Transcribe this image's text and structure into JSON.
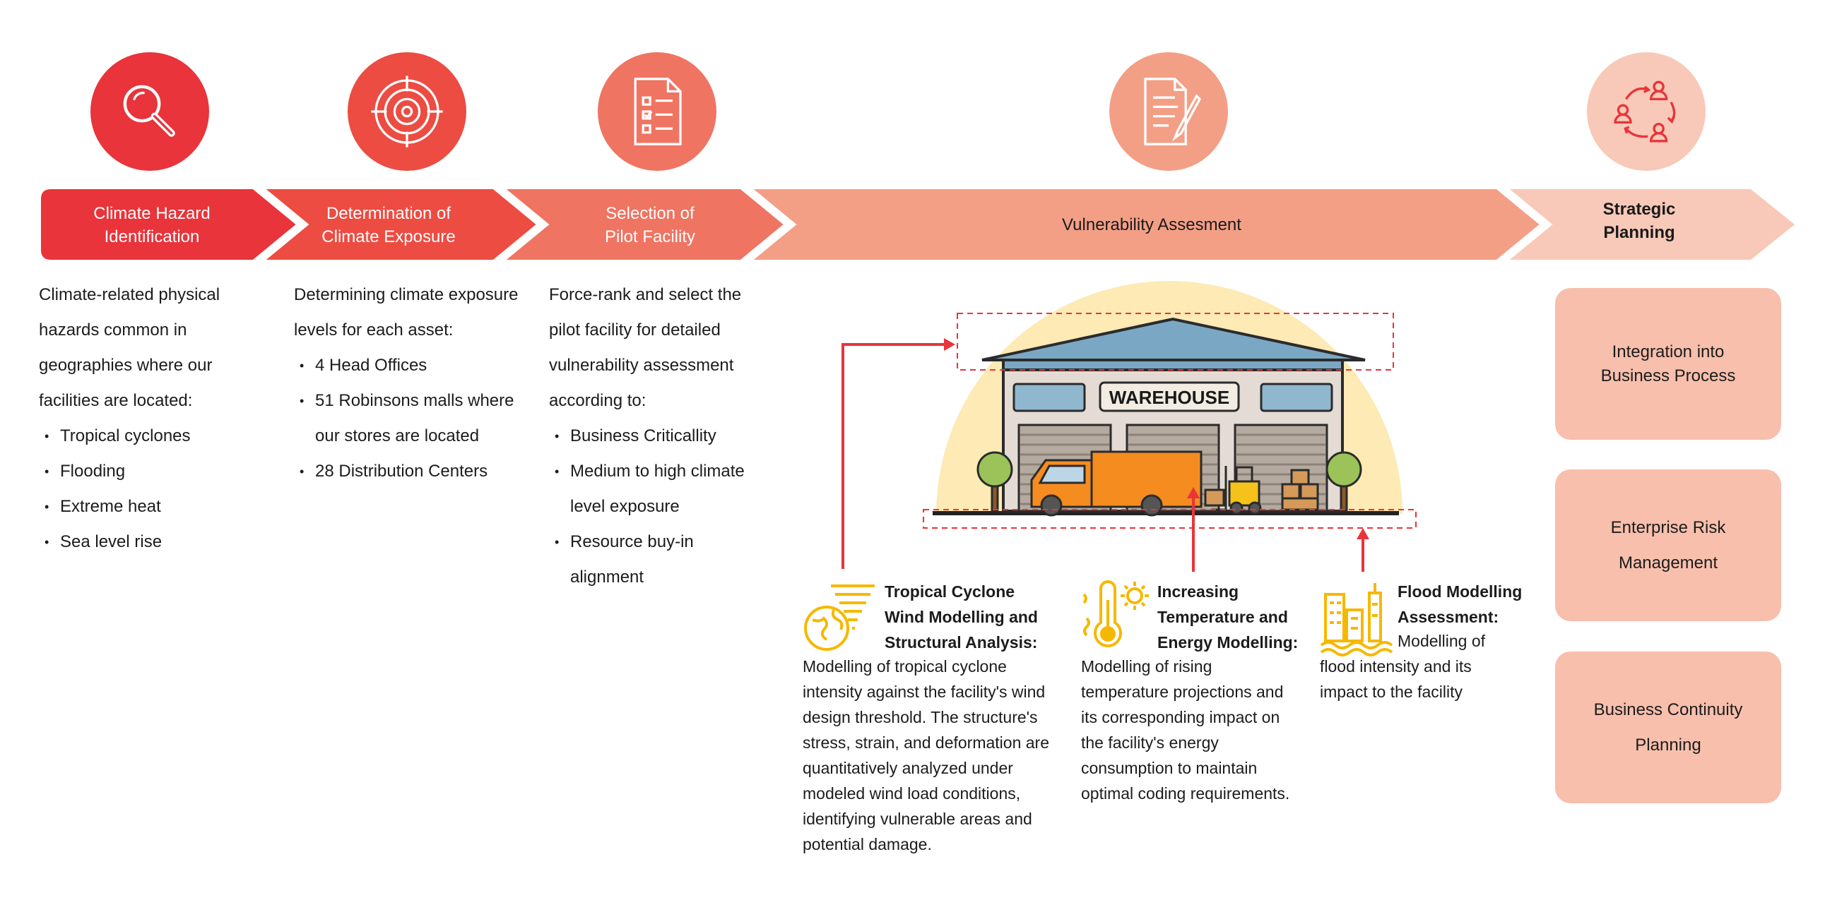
{
  "colors": {
    "step1": "#e8343a",
    "step2": "#ec4c42",
    "step3": "#ef7462",
    "step4": "#f39f86",
    "step5": "#f8c9b8",
    "accent_red": "#e8343a",
    "icon_yellow": "#f5b800"
  },
  "steps": [
    {
      "icon": "magnifier-icon",
      "label": "Climate Hazard\nIdentification"
    },
    {
      "icon": "target-icon",
      "label": "Determination of\nClimate Exposure"
    },
    {
      "icon": "checklist-document-icon",
      "label": "Selection of\nPilot Facility"
    },
    {
      "icon": "document-pen-icon",
      "label": "Vulnerability Assesment"
    },
    {
      "icon": "people-cycle-icon",
      "label": "Strategic\nPlanning"
    }
  ],
  "col1": {
    "intro": "Climate-related physical hazards common in geographies where our facilities are located:",
    "items": [
      "Tropical cyclones",
      "Flooding",
      "Extreme heat",
      "Sea level rise"
    ]
  },
  "col2": {
    "intro": "Determining climate exposure levels for each asset:",
    "items": [
      "4 Head Offices",
      "51 Robinsons malls where our stores are located",
      "28 Distribution Centers"
    ]
  },
  "col3": {
    "intro": "Force-rank and select the pilot facility for detailed vulnerability assessment according to:",
    "items": [
      "Business Criticallity",
      "Medium to high climate level exposure",
      "Resource buy-in alignment"
    ]
  },
  "warehouse": {
    "sign": "WAREHOUSE"
  },
  "vulnerability": [
    {
      "icon": "cyclone-globe-icon",
      "title": "Tropical Cyclone Wind Modelling and Structural Analysis:",
      "body": "Modelling of tropical cyclone intensity against the facility's wind design threshold. The structure's stress, strain, and deformation are quantitatively analyzed under modeled wind load conditions, identifying vulnerable areas and potential damage."
    },
    {
      "icon": "thermometer-sun-icon",
      "title": "Increasing Temperature and Energy Modelling:",
      "body": "Modelling of rising temperature projections and its corresponding impact on the facility's energy consumption to maintain optimal coding requirements."
    },
    {
      "icon": "flooded-city-icon",
      "title": "Flood Modelling Assessment:",
      "body": "Modelling of flood intensity and its impact to the facility"
    }
  ],
  "strategic_cards": [
    "Integration into\nBusiness Process",
    "Enterprise Risk\nManagement",
    "Business Continuity\nPlanning"
  ]
}
